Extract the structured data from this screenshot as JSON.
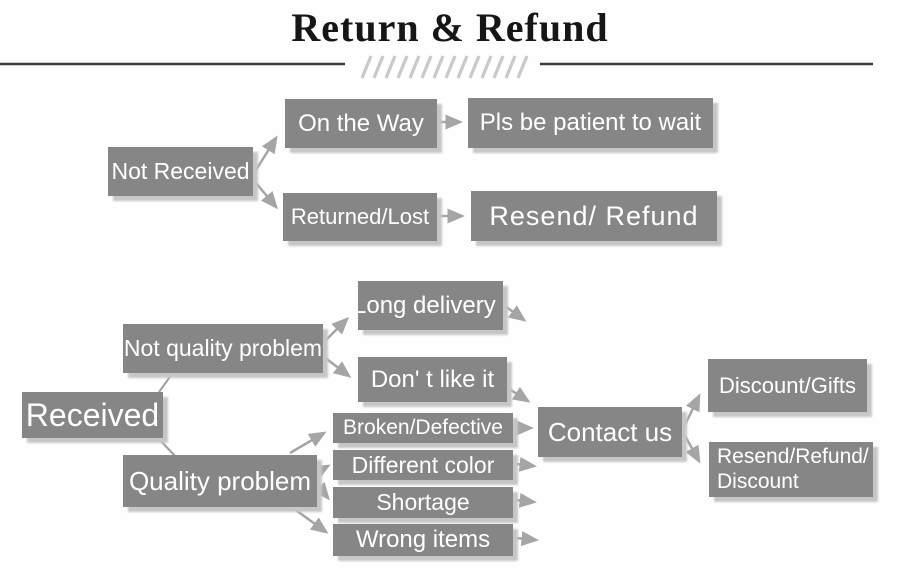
{
  "title": "Return & Refund",
  "colors": {
    "box_background": "#868686",
    "box_text": "#ffffff",
    "box_shadow": "#c6c6c6",
    "arrow": "#a5a5a5",
    "connector": "#9e9e9e",
    "title_text": "#161616",
    "rule_line": "#3c3c3c",
    "hatch": "#c9c9c9",
    "background": "#fefefe"
  },
  "nodes": {
    "not_received": {
      "label": "Not Received"
    },
    "on_the_way": {
      "label": "On the Way"
    },
    "pls_wait": {
      "label": "Pls be patient to wait"
    },
    "returned_lost": {
      "label": "Returned/Lost"
    },
    "resend_refund": {
      "label": "Resend/ Refund"
    },
    "received": {
      "label": "Received"
    },
    "not_quality_problem": {
      "label": "Not quality problem"
    },
    "long_delivery": {
      "label": "Long delivery"
    },
    "dont_like_it": {
      "label": "Don' t like it"
    },
    "quality_problem": {
      "label": "Quality problem"
    },
    "broken_defective": {
      "label": "Broken/Defective"
    },
    "different_color": {
      "label": "Different color"
    },
    "shortage": {
      "label": "Shortage"
    },
    "wrong_items": {
      "label": "Wrong items"
    },
    "contact_us": {
      "label": "Contact us"
    },
    "discount_gifts": {
      "label": "Discount/Gifts"
    },
    "resend_refund_discount": {
      "line1": "Resend/Refund/",
      "line2": "Discount"
    }
  },
  "edges": [
    {
      "from": "not_received",
      "to": "on_the_way"
    },
    {
      "from": "not_received",
      "to": "returned_lost"
    },
    {
      "from": "on_the_way",
      "to": "pls_wait"
    },
    {
      "from": "returned_lost",
      "to": "resend_refund"
    },
    {
      "from": "received",
      "to": "not_quality_problem"
    },
    {
      "from": "received",
      "to": "quality_problem"
    },
    {
      "from": "not_quality_problem",
      "to": "long_delivery"
    },
    {
      "from": "not_quality_problem",
      "to": "dont_like_it"
    },
    {
      "from": "long_delivery",
      "to": "contact_us"
    },
    {
      "from": "dont_like_it",
      "to": "contact_us"
    },
    {
      "from": "quality_problem",
      "to": "broken_defective"
    },
    {
      "from": "quality_problem",
      "to": "different_color"
    },
    {
      "from": "quality_problem",
      "to": "shortage"
    },
    {
      "from": "quality_problem",
      "to": "wrong_items"
    },
    {
      "from": "broken_defective",
      "to": "contact_us"
    },
    {
      "from": "different_color",
      "to": "contact_us"
    },
    {
      "from": "shortage",
      "to": "contact_us"
    },
    {
      "from": "wrong_items",
      "to": "contact_us"
    },
    {
      "from": "contact_us",
      "to": "discount_gifts"
    },
    {
      "from": "contact_us",
      "to": "resend_refund_discount"
    }
  ]
}
